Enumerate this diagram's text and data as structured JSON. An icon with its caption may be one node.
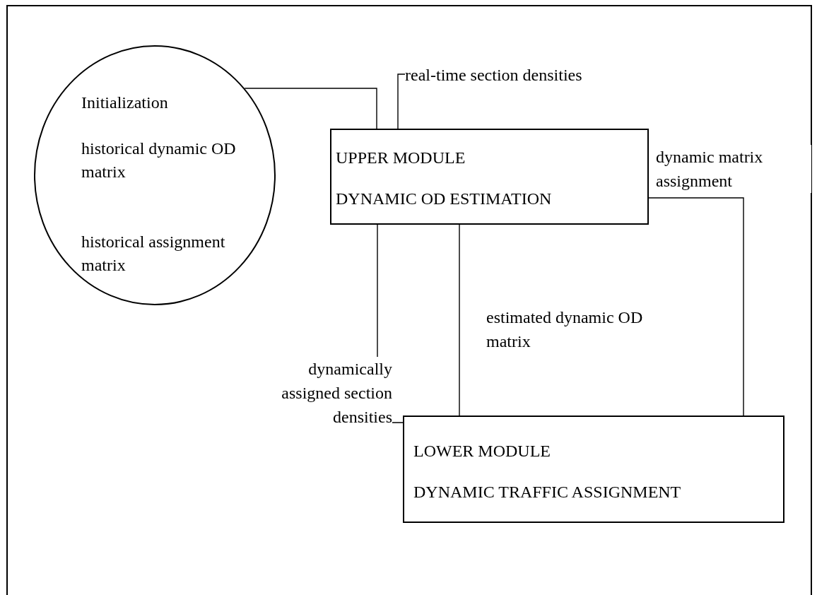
{
  "diagram": {
    "nodes": [
      {
        "text": [
          "Initialization",
          "historical dynamic OD matrix",
          "historical assignment matrix"
        ]
      },
      {
        "text": [
          "real-time section densities"
        ]
      },
      {
        "text": [
          "UPPER MODULE",
          "DYNAMIC OD ESTIMATION"
        ]
      },
      {
        "text": [
          "LOWER MODULE",
          "DYNAMIC TRAFFIC ASSIGNMENT"
        ]
      }
    ],
    "edges": [
      {
        "from": 0,
        "to": 2,
        "arrow": "none"
      },
      {
        "from": 1,
        "to": 2,
        "arrow": "none"
      },
      {
        "from": 2,
        "to": 3,
        "arrow": "none",
        "label": "estimated dynamic OD matrix"
      },
      {
        "from": 3,
        "to": 2,
        "arrow": "none",
        "label": "dynamically assigned section densities"
      },
      {
        "from": 2,
        "to": 3,
        "arrow": "none",
        "label": "dynamic matrix assignment"
      }
    ]
  }
}
